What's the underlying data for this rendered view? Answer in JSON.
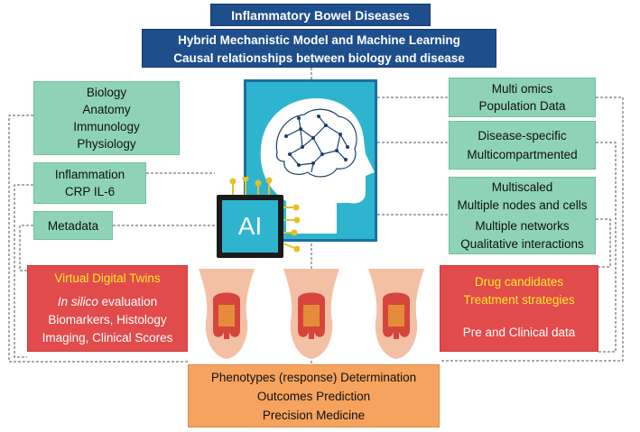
{
  "header": {
    "title": "Inflammatory Bowel Diseases",
    "subtitle_line1": "Hybrid Mechanistic Model and Machine Learning",
    "subtitle_line2": "Causal relationships between biology and disease"
  },
  "left_boxes": {
    "biology": [
      "Biology",
      "Anatomy",
      "Immunology",
      "Physiology"
    ],
    "inflammation": [
      "Inflammation",
      "CRP IL-6"
    ],
    "metadata": "Metadata"
  },
  "right_boxes": {
    "omics": [
      "Multi omics",
      "Population Data"
    ],
    "disease": [
      "Disease-specific",
      "Multicompartmented"
    ],
    "multiscaled": [
      "Multiscaled",
      "Multiple nodes and cells",
      "Multiple networks",
      "Qualitative interactions"
    ]
  },
  "ai_label": "AI",
  "virtual_twins": {
    "title": "Virtual Digital Twins",
    "line1_italic": "In silico",
    "line1_rest": " evaluation",
    "line2": "Biomarkers, Histology",
    "line3": "Imaging, Clinical Scores"
  },
  "drug": {
    "line1": "Drug candidates",
    "line2": "Treatment strategies",
    "line3": "Pre and Clinical  data"
  },
  "outcomes": [
    "Phenotypes (response) Determination",
    "Outcomes Prediction",
    "Precision Medicine"
  ],
  "colors": {
    "header_blue": "#1f4e8c",
    "box_green": "#8ed3b8",
    "box_red": "#e14b4b",
    "box_orange": "#f5a35e",
    "ai_teal": "#2fb4cf",
    "highlight_yellow": "#ffea2a"
  },
  "icons": [
    "brain-head-icon",
    "ai-chip-icon",
    "digestive-tract-icon"
  ]
}
